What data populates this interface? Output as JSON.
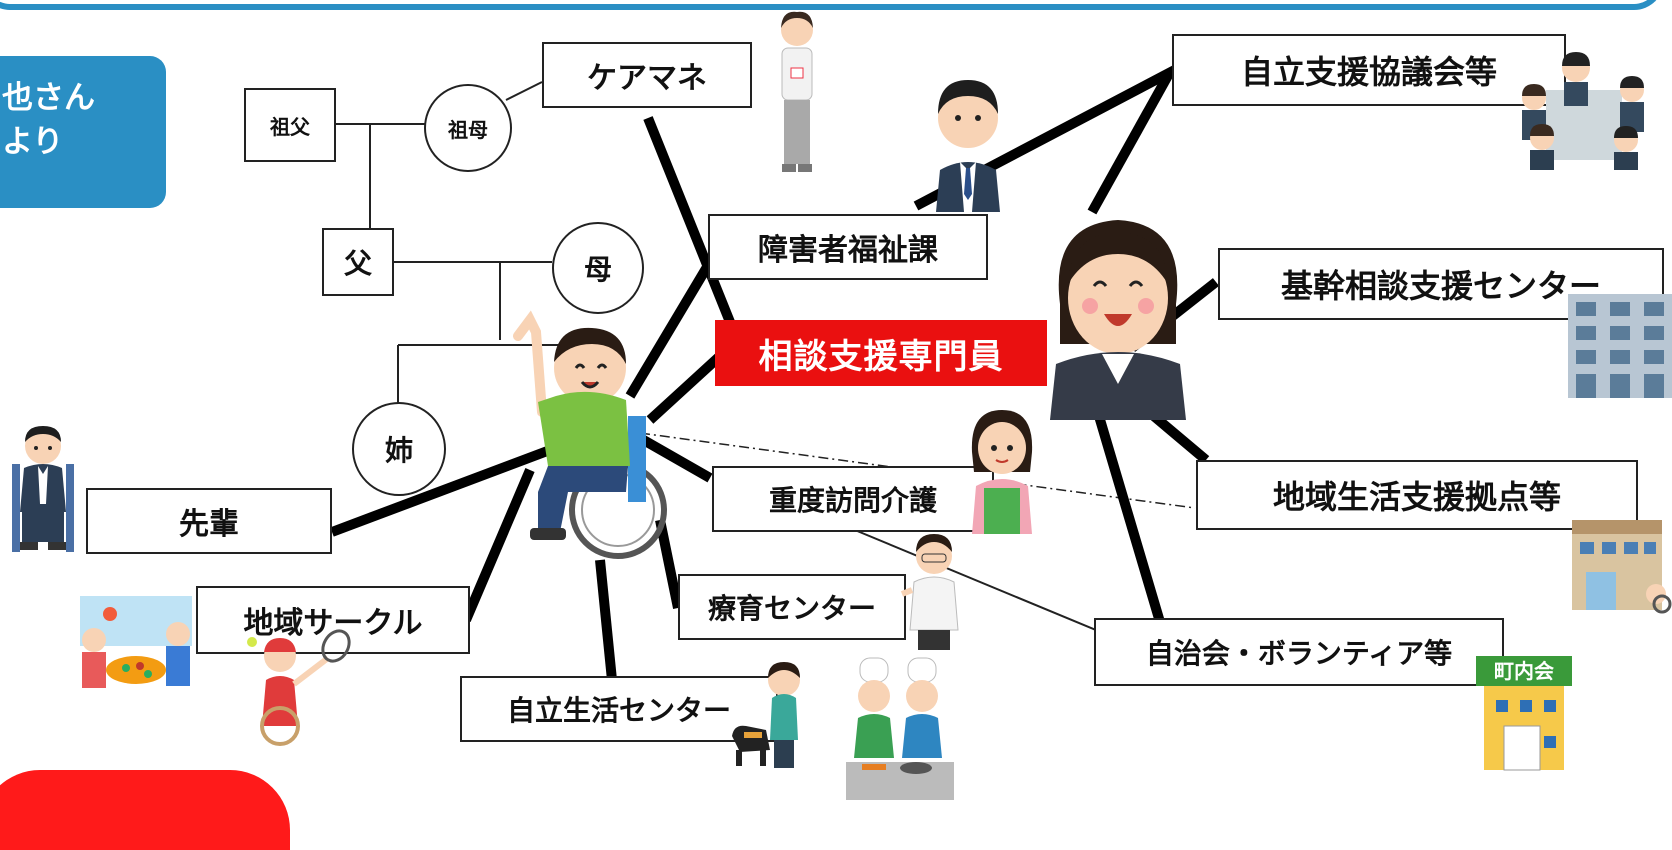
{
  "header": {
    "line1": "也さん",
    "line2": "より"
  },
  "family": {
    "grandfather": "祖父",
    "grandmother": "祖母",
    "father": "父",
    "mother": "母",
    "sister": "姉"
  },
  "center": "相談支援専門員",
  "nodes": {
    "care_manager": "ケアマネ",
    "welfare_dept": "障害者福祉課",
    "council": "自立支援協議会等",
    "core_center": "基幹相談支援センター",
    "community_hub": "地域生活支援拠点等",
    "home_care": "重度訪問介護",
    "therapy_center": "療育センター",
    "neighborhood": "自治会・ボランティア等",
    "independent_living": "自立生活センター",
    "circle": "地域サークル",
    "senior": "先輩"
  },
  "sign": "町内会",
  "colors": {
    "accent_blue": "#2a8fc4",
    "center_red": "#ea1010",
    "line": "#000000"
  }
}
